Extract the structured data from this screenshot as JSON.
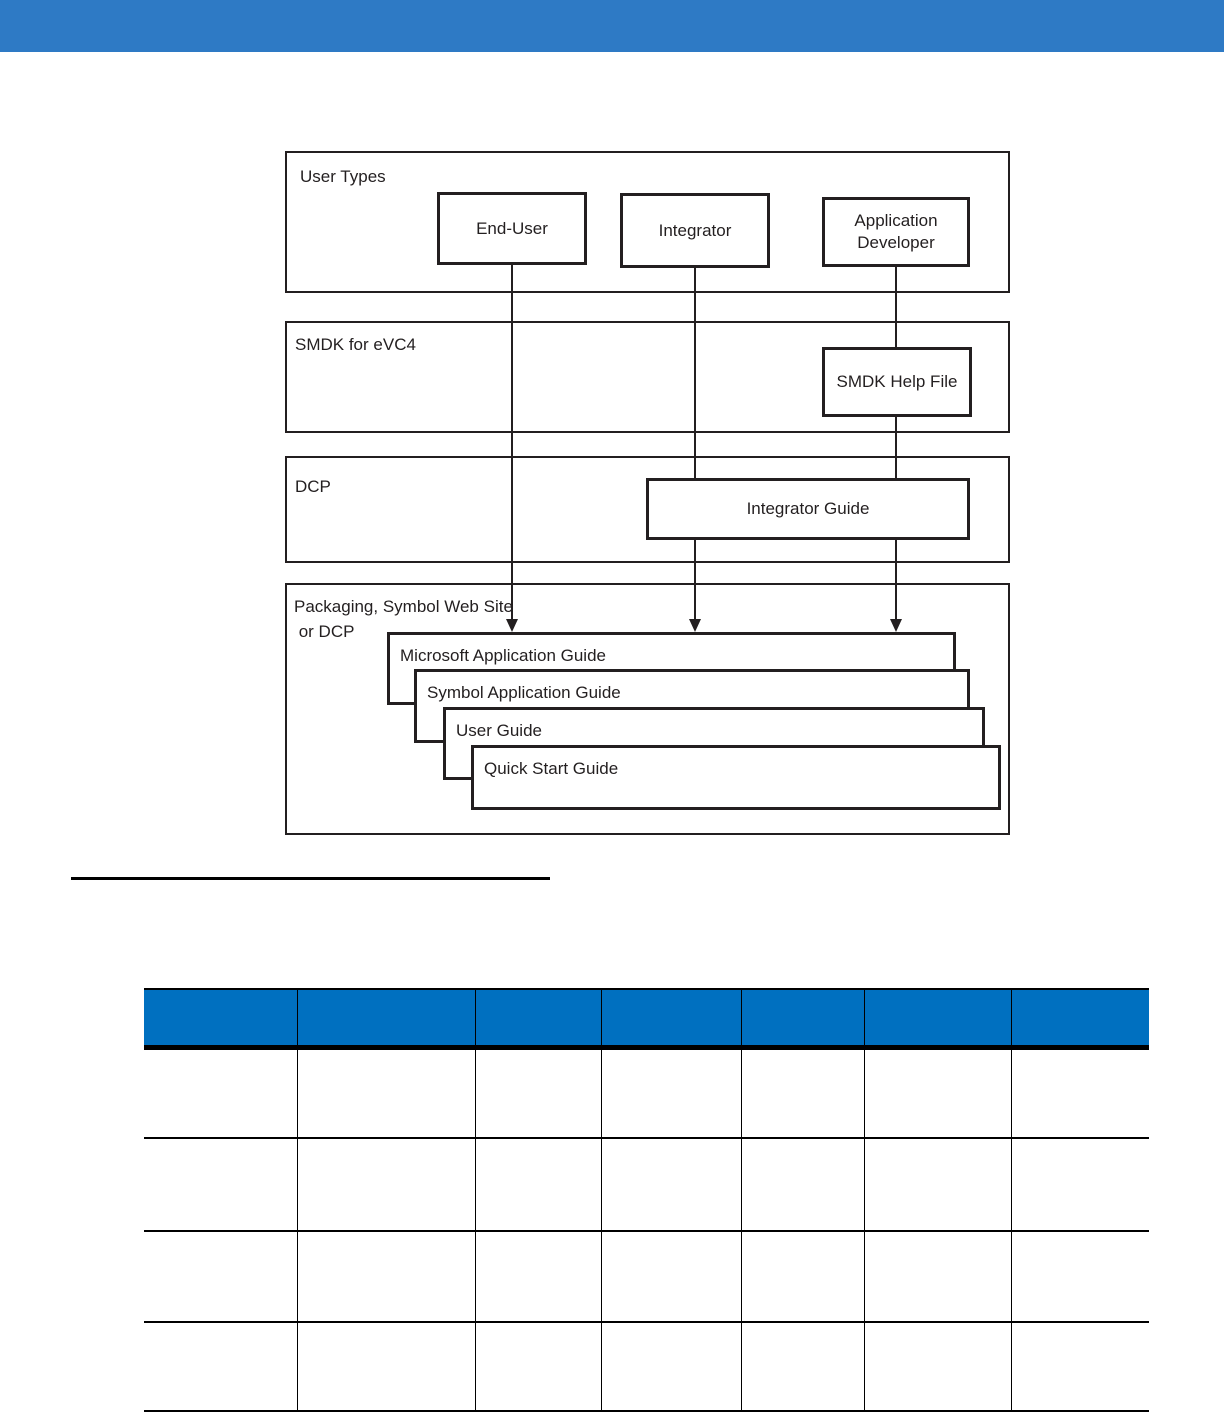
{
  "colors": {
    "top_bar": "#2e7ac5",
    "table_header": "#0070c0",
    "diagram_ink": "#231f20"
  },
  "diagram": {
    "user_types": {
      "label": "User Types",
      "boxes": [
        {
          "label": "End-User"
        },
        {
          "label": "Integrator"
        },
        {
          "label": "Application Developer"
        }
      ]
    },
    "smdk_row": {
      "label": "SMDK for eVC4",
      "box_label": "SMDK Help File"
    },
    "dcp_row": {
      "label": "DCP",
      "box_label": "Integrator Guide"
    },
    "packaging_row": {
      "label_line1": "Packaging, Symbol Web Site",
      "label_line2": " or DCP",
      "cascade_boxes": [
        {
          "label": "Microsoft Application Guide"
        },
        {
          "label": "Symbol Application Guide"
        },
        {
          "label": "User Guide"
        },
        {
          "label": "Quick Start Guide"
        }
      ]
    }
  },
  "table": {
    "header_cells": [
      "",
      "",
      "",
      "",
      "",
      "",
      ""
    ],
    "rows": [
      [
        "",
        "",
        "",
        "",
        "",
        "",
        ""
      ],
      [
        "",
        "",
        "",
        "",
        "",
        "",
        ""
      ],
      [
        "",
        "",
        "",
        "",
        "",
        "",
        ""
      ],
      [
        "",
        "",
        "",
        "",
        "",
        "",
        ""
      ]
    ]
  }
}
